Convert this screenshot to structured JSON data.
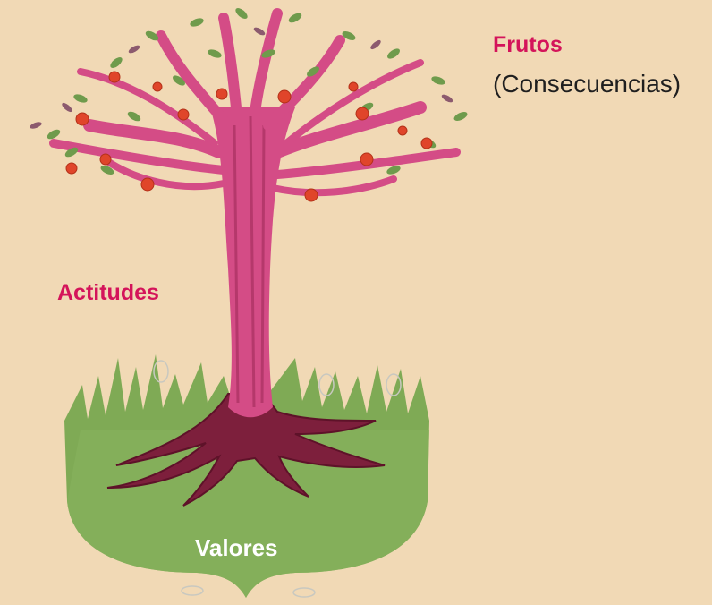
{
  "labels": {
    "frutos": "Frutos",
    "consecuencias": "(Consecuencias)",
    "actitudes": "Actitudes",
    "valores": "Valores"
  },
  "colors": {
    "background": "#f1d9b5",
    "accent": "#d4145a",
    "trunk": "#d44c86",
    "roots": "#7d1f3c",
    "grass": "#7faa55",
    "leaf": "#6f9b4c",
    "fruit": "#e0452a"
  }
}
